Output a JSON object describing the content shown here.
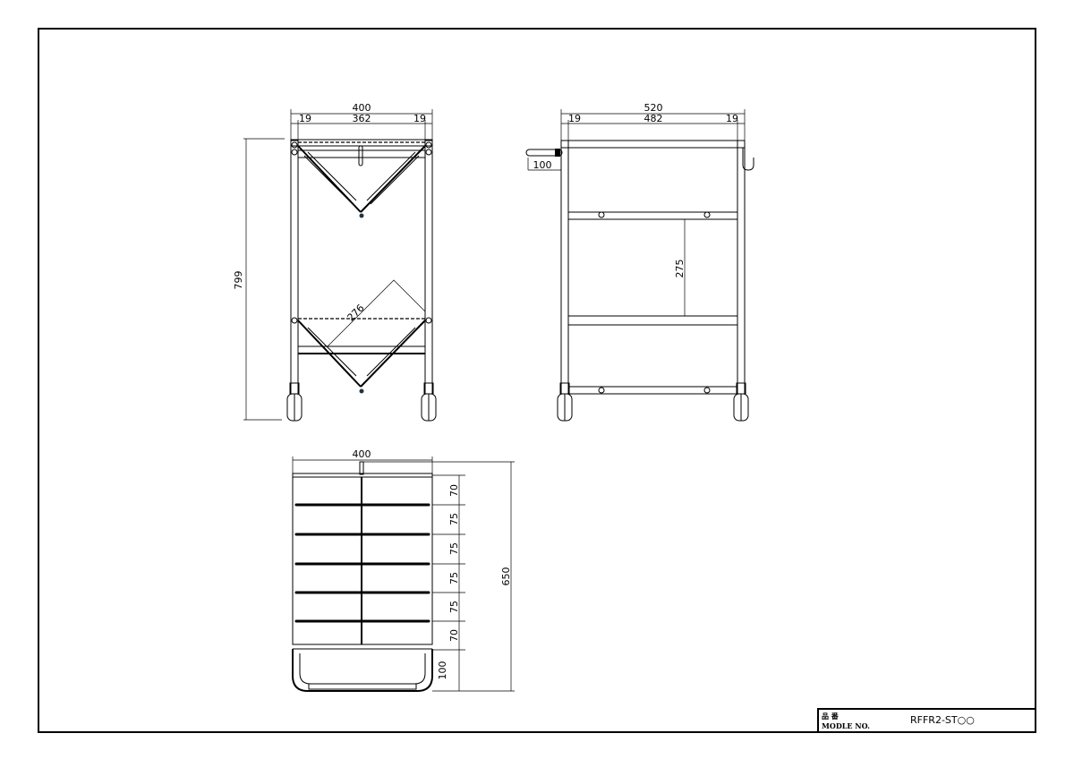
{
  "front_view": {
    "overall_width": "400",
    "side_left": "19",
    "inner_width": "362",
    "side_right": "19",
    "height": "799",
    "diagonal": "276"
  },
  "side_view": {
    "overall_length": "520",
    "side_left": "19",
    "inner_length": "482",
    "side_right": "19",
    "handle": "100",
    "shelf_gap": "275"
  },
  "top_view": {
    "width": "400",
    "pitches": [
      "70",
      "75",
      "75",
      "75",
      "75",
      "70"
    ],
    "handle_depth": "100",
    "overall_depth": "650"
  },
  "title_block": {
    "label_jp": "品 番",
    "label_en": "MODLE NO.",
    "model_number": "RFFR2-ST○○"
  }
}
